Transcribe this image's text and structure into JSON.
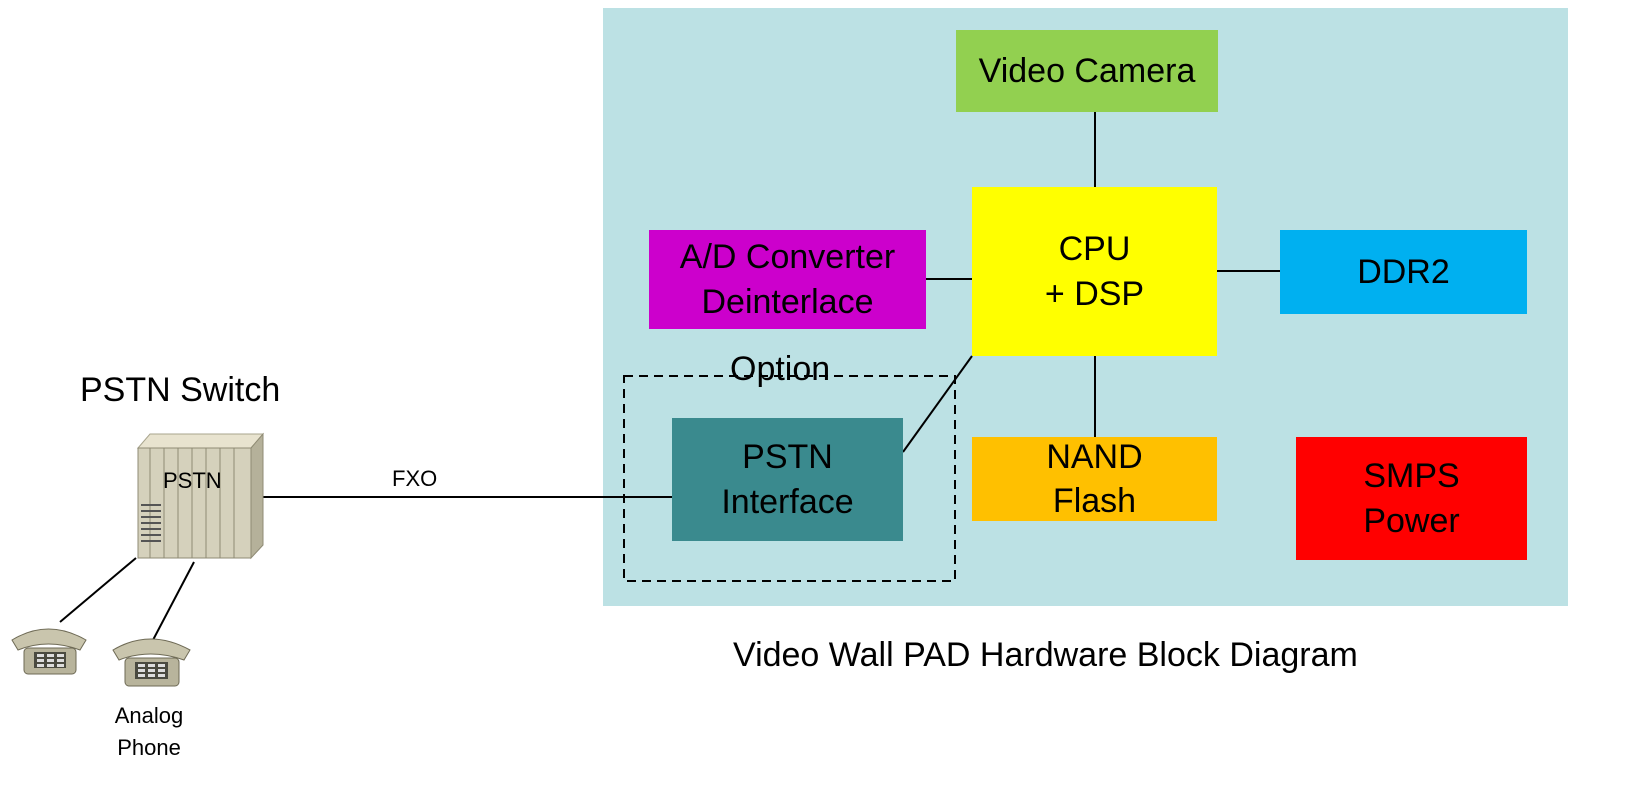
{
  "caption": "Video Wall PAD Hardware Block Diagram",
  "colors": {
    "panel": "#bce1e4",
    "video_camera": "#92d050",
    "cpu": "#ffff00",
    "ad_converter": "#cc00cc",
    "ddr2": "#00b0f0",
    "pstn_interface": "#3a8a8e",
    "nand_flash": "#ffc000",
    "smps_power": "#ff0000"
  },
  "blocks": {
    "video_camera": "Video Camera",
    "cpu": "CPU\n+ DSP",
    "ad_converter": "A/D Converter\nDeinterlace",
    "ddr2": "DDR2",
    "pstn_interface": "PSTN\nInterface",
    "nand_flash": "NAND\nFlash",
    "smps_power": "SMPS\nPower"
  },
  "option_label": "Option",
  "pstn_switch": {
    "title": "PSTN Switch",
    "device_label": "PSTN"
  },
  "link_label": "FXO",
  "analog_phone_label": "Analog\nPhone",
  "icons": [
    "pstn-switch-icon",
    "phone-icon"
  ]
}
